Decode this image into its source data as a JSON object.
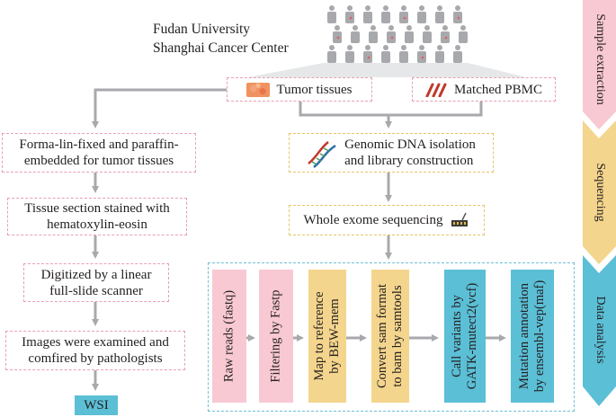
{
  "institution": {
    "line1": "Fudan University",
    "line2": "Shanghai Cancer Center"
  },
  "samples": {
    "tumor": "Tumor tissues",
    "pbmc": "Matched PBMC"
  },
  "left_flow": [
    {
      "line1": "Forma-lin-fixed and paraffin-",
      "line2": "embedded for tumor tissues"
    },
    {
      "line1": "Tissue section stained with",
      "line2": "hematoxylin-eosin"
    },
    {
      "line1": "Digitized by a linear",
      "line2": "full-slide scanner"
    },
    {
      "line1": "Images were examined and",
      "line2": "comfired by pathologists"
    }
  ],
  "wsi": "WSI",
  "sequencing_flow": {
    "dna_line1": "Genomic DNA isolation",
    "dna_line2": "and library construction",
    "wes": "Whole exome sequencing"
  },
  "analysis_steps": [
    {
      "line1": "Raw reads (fastq)",
      "line2": "",
      "color": "#f8c9d2"
    },
    {
      "line1": "Filtering by Fastp",
      "line2": "",
      "color": "#f8c9d2"
    },
    {
      "line1": "Map to reference",
      "line2": "by BEW-mem",
      "color": "#f4d58d"
    },
    {
      "line1": "Convert sam format",
      "line2": "to bam by samtools",
      "color": "#f4d58d"
    },
    {
      "line1": "Call variants by",
      "line2": "GATK-mutect2(vcf)",
      "color": "#5bbfd6"
    },
    {
      "line1": "Mutation annotation",
      "line2": "by ensembl-vep(maf)",
      "color": "#5bbfd6"
    }
  ],
  "stages": [
    {
      "label": "Sample extraction",
      "color": "#f8c9d2"
    },
    {
      "label": "Sequencing",
      "color": "#f4d58d"
    },
    {
      "label": "Data analysis",
      "color": "#5bbfd6"
    }
  ],
  "colors": {
    "arrow": "#a7a9ac",
    "people": "#a7a9ac",
    "people_accent": "#e05a6a"
  }
}
